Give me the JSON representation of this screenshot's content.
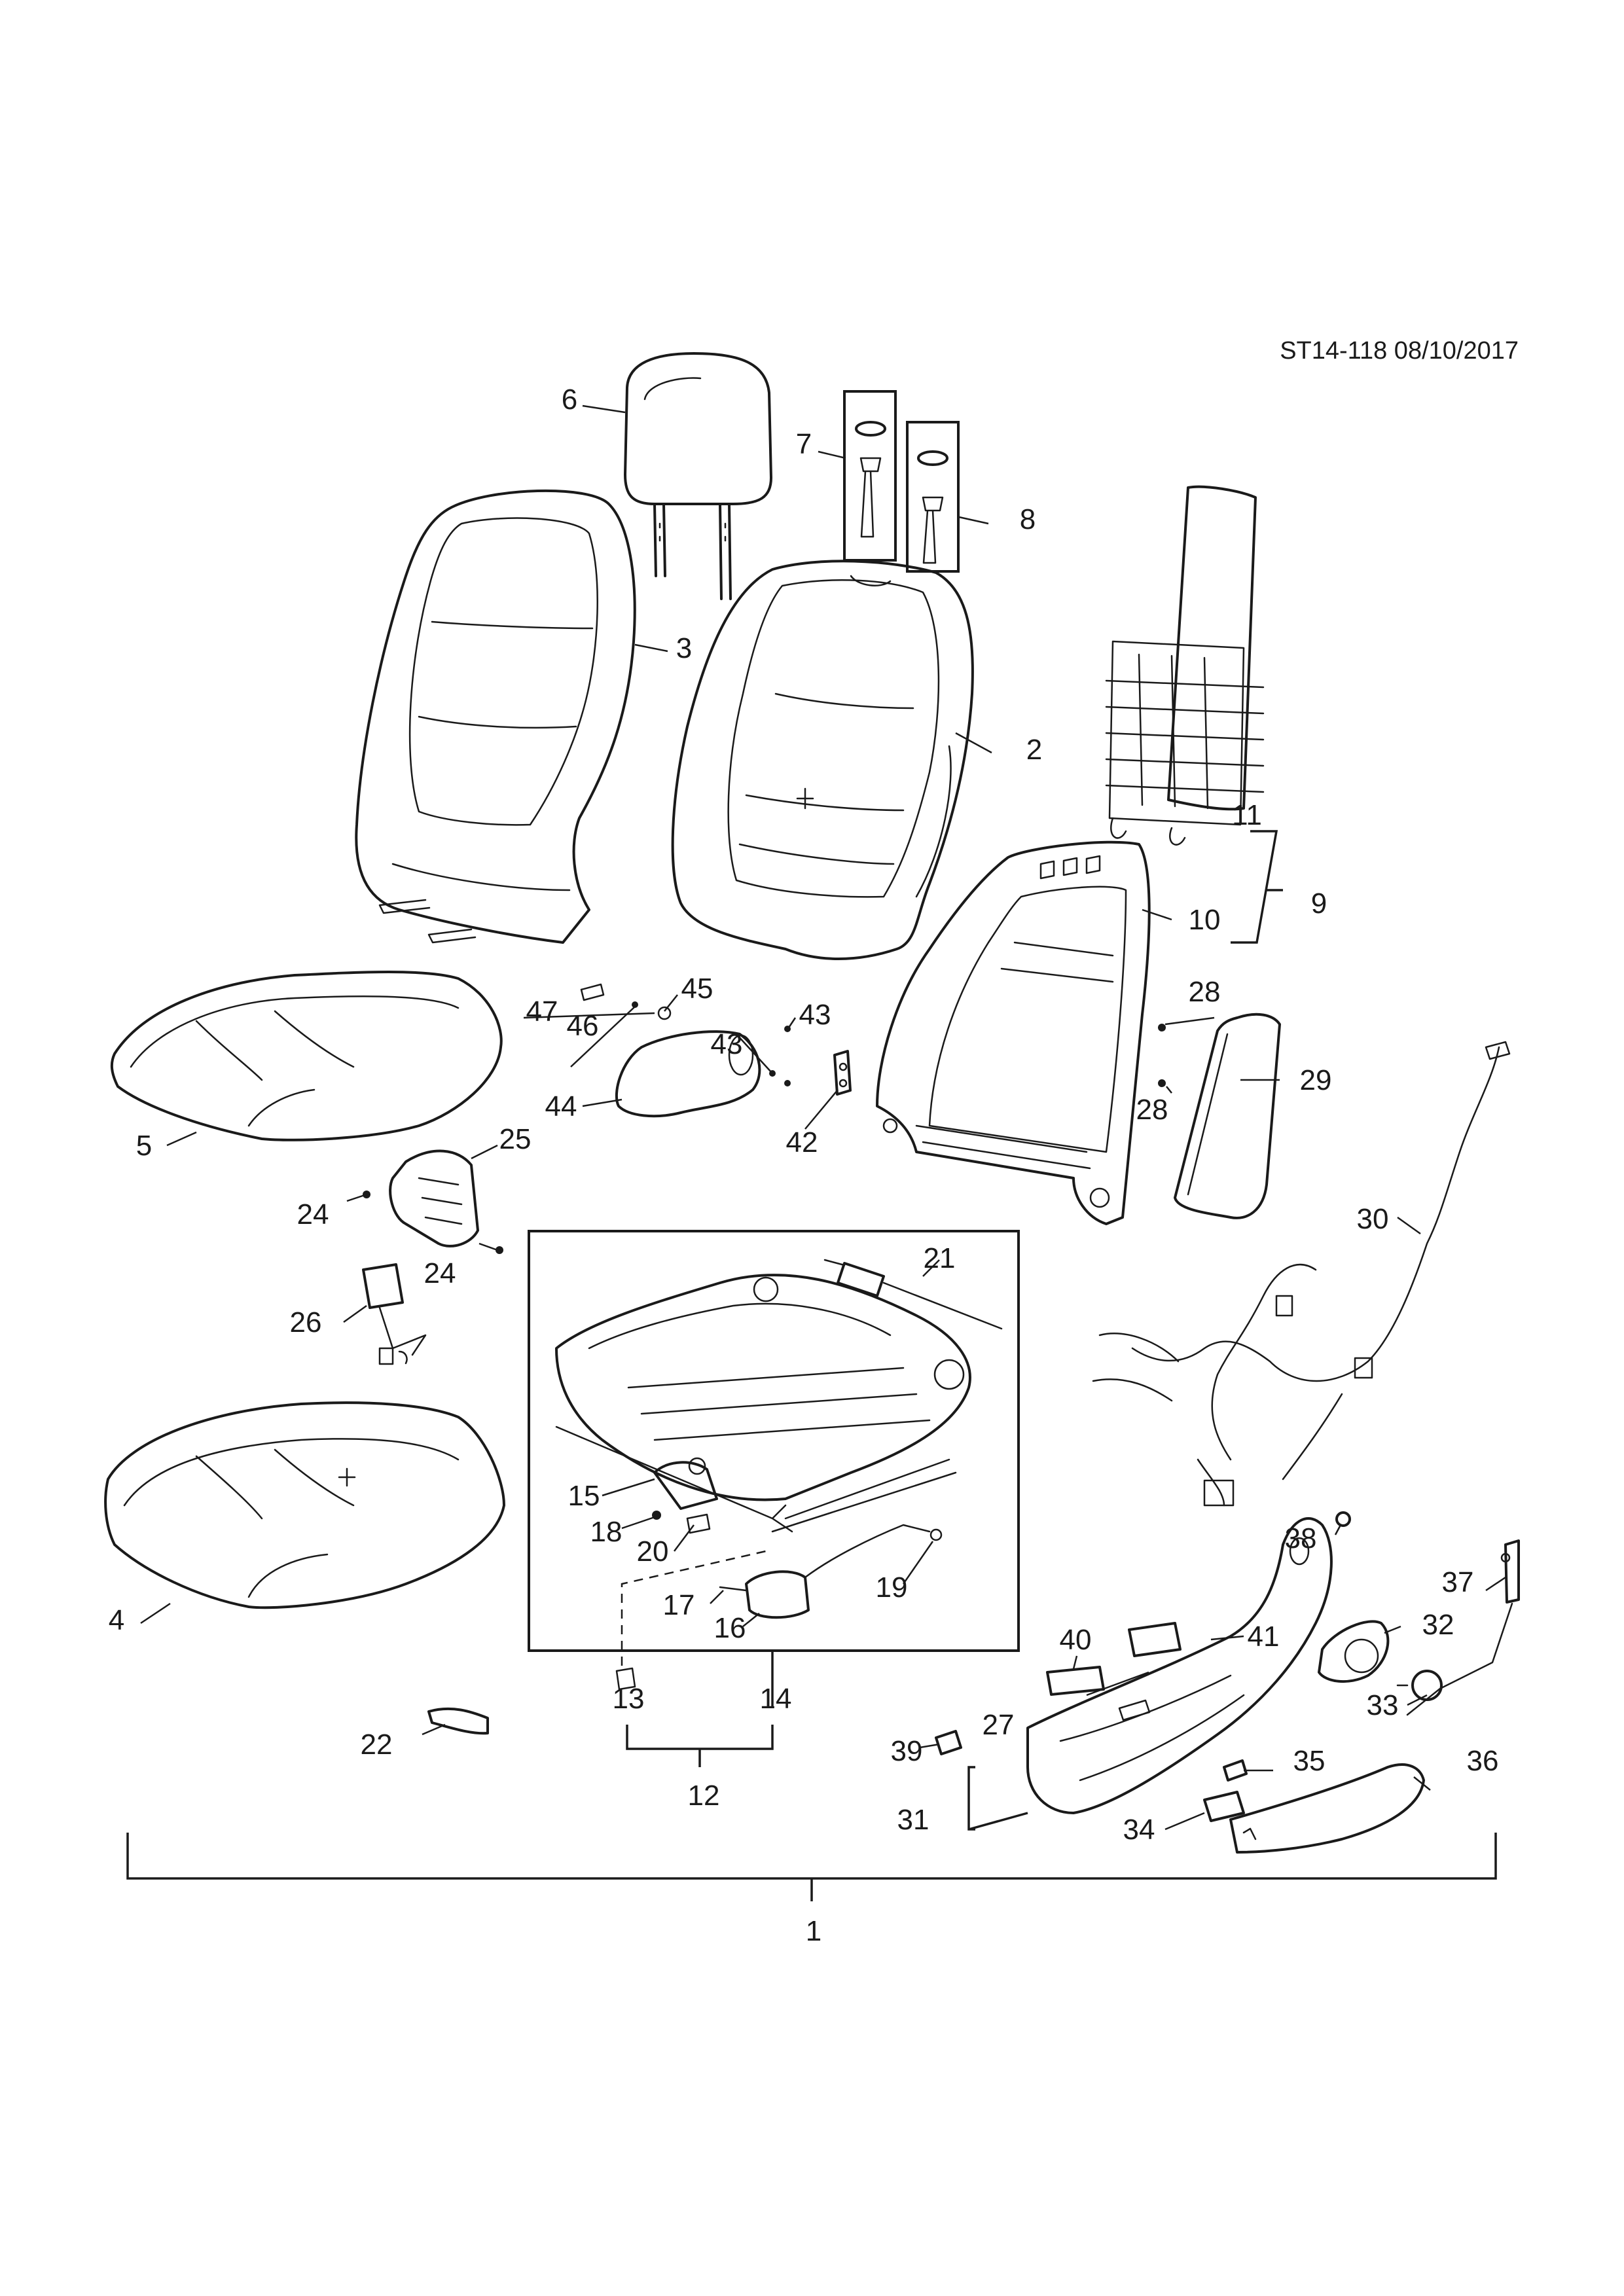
{
  "header": {
    "code": "ST14-118 08/10/2017"
  },
  "callouts": [
    {
      "id": "c1",
      "text": "1"
    },
    {
      "id": "c2",
      "text": "2"
    },
    {
      "id": "c3",
      "text": "3"
    },
    {
      "id": "c4",
      "text": "4"
    },
    {
      "id": "c5",
      "text": "5"
    },
    {
      "id": "c6",
      "text": "6"
    },
    {
      "id": "c7",
      "text": "7"
    },
    {
      "id": "c8",
      "text": "8"
    },
    {
      "id": "c9",
      "text": "9"
    },
    {
      "id": "c10",
      "text": "10"
    },
    {
      "id": "c11",
      "text": "11"
    },
    {
      "id": "c12",
      "text": "12"
    },
    {
      "id": "c13",
      "text": "13"
    },
    {
      "id": "c14",
      "text": "14"
    },
    {
      "id": "c15",
      "text": "15"
    },
    {
      "id": "c16",
      "text": "16"
    },
    {
      "id": "c17",
      "text": "17"
    },
    {
      "id": "c18",
      "text": "18"
    },
    {
      "id": "c19",
      "text": "19"
    },
    {
      "id": "c20",
      "text": "20"
    },
    {
      "id": "c21",
      "text": "21"
    },
    {
      "id": "c22",
      "text": "22"
    },
    {
      "id": "c24a",
      "text": "24"
    },
    {
      "id": "c24b",
      "text": "24"
    },
    {
      "id": "c25",
      "text": "25"
    },
    {
      "id": "c26",
      "text": "26"
    },
    {
      "id": "c27",
      "text": "27"
    },
    {
      "id": "c28a",
      "text": "28"
    },
    {
      "id": "c28b",
      "text": "28"
    },
    {
      "id": "c29",
      "text": "29"
    },
    {
      "id": "c30",
      "text": "30"
    },
    {
      "id": "c31",
      "text": "31"
    },
    {
      "id": "c32",
      "text": "32"
    },
    {
      "id": "c33",
      "text": "33"
    },
    {
      "id": "c34",
      "text": "34"
    },
    {
      "id": "c35",
      "text": "35"
    },
    {
      "id": "c36",
      "text": "36"
    },
    {
      "id": "c37",
      "text": "37"
    },
    {
      "id": "c38",
      "text": "38"
    },
    {
      "id": "c39",
      "text": "39"
    },
    {
      "id": "c40",
      "text": "40"
    },
    {
      "id": "c41",
      "text": "41"
    },
    {
      "id": "c42",
      "text": "42"
    },
    {
      "id": "c43a",
      "text": "43"
    },
    {
      "id": "c43b",
      "text": "43"
    },
    {
      "id": "c44",
      "text": "44"
    },
    {
      "id": "c45",
      "text": "45"
    },
    {
      "id": "c46",
      "text": "46"
    },
    {
      "id": "c47",
      "text": "47"
    }
  ]
}
